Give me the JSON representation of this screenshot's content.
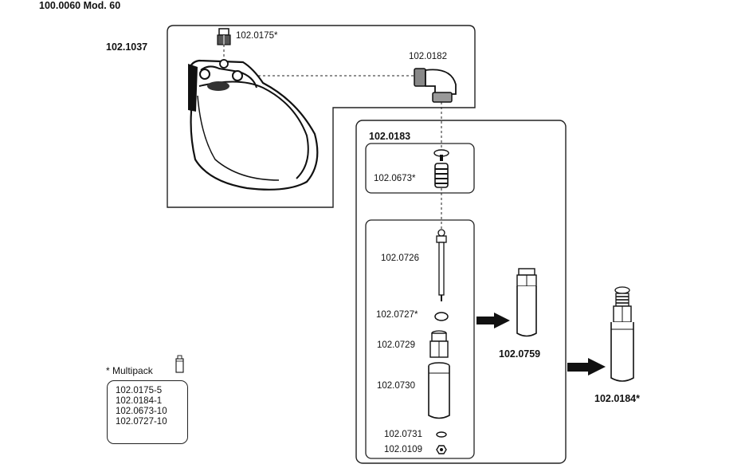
{
  "title": "100.0060 Mod. 60",
  "parts": {
    "bowl": "102.1037",
    "screw_top": "102.0175*",
    "elbow": "102.0182",
    "valve_group": "102.0183",
    "valve_insert": "102.0673*",
    "valve_rod": "102.0726",
    "washer": "102.0727*",
    "nut": "102.0729",
    "sleeve": "102.0730",
    "small_washer": "102.0731",
    "hex_nut": "102.0109",
    "assembly_mid": "102.0759",
    "assembly_final": "102.0184*"
  },
  "multipack": {
    "title": "* Multipack",
    "items": [
      "102.0175-5",
      "102.0184-1",
      "102.0673-10",
      "102.0727-10"
    ]
  }
}
